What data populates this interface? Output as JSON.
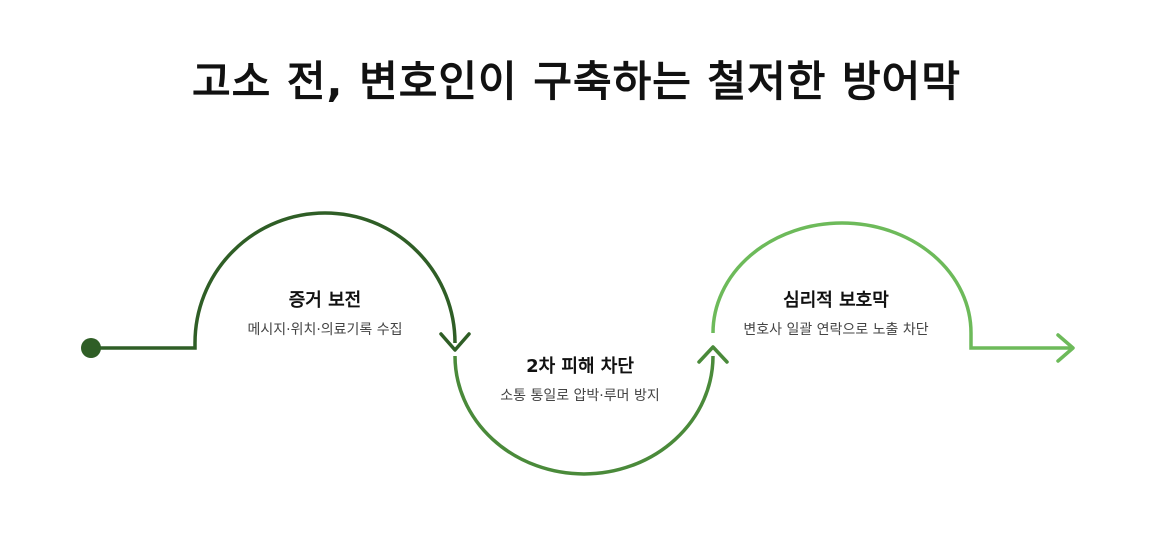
{
  "title": "고소 전, 변호인이 구축하는 철저한 방어막",
  "steps": [
    {
      "title": "증거 보전",
      "description": "메시지·위치·의료기록 수집"
    },
    {
      "title": "2차 피해 차단",
      "description": "소통 통일로 압박·루머 방지"
    },
    {
      "title": "심리적 보호막",
      "description": "변호사 일괄 연락으로 노출 차단"
    }
  ],
  "colors": {
    "segment_1": "#2f5e26",
    "segment_2": "#4a8a3a",
    "segment_3": "#6dba5a",
    "title_text": "#111111",
    "desc_text": "#444444"
  }
}
